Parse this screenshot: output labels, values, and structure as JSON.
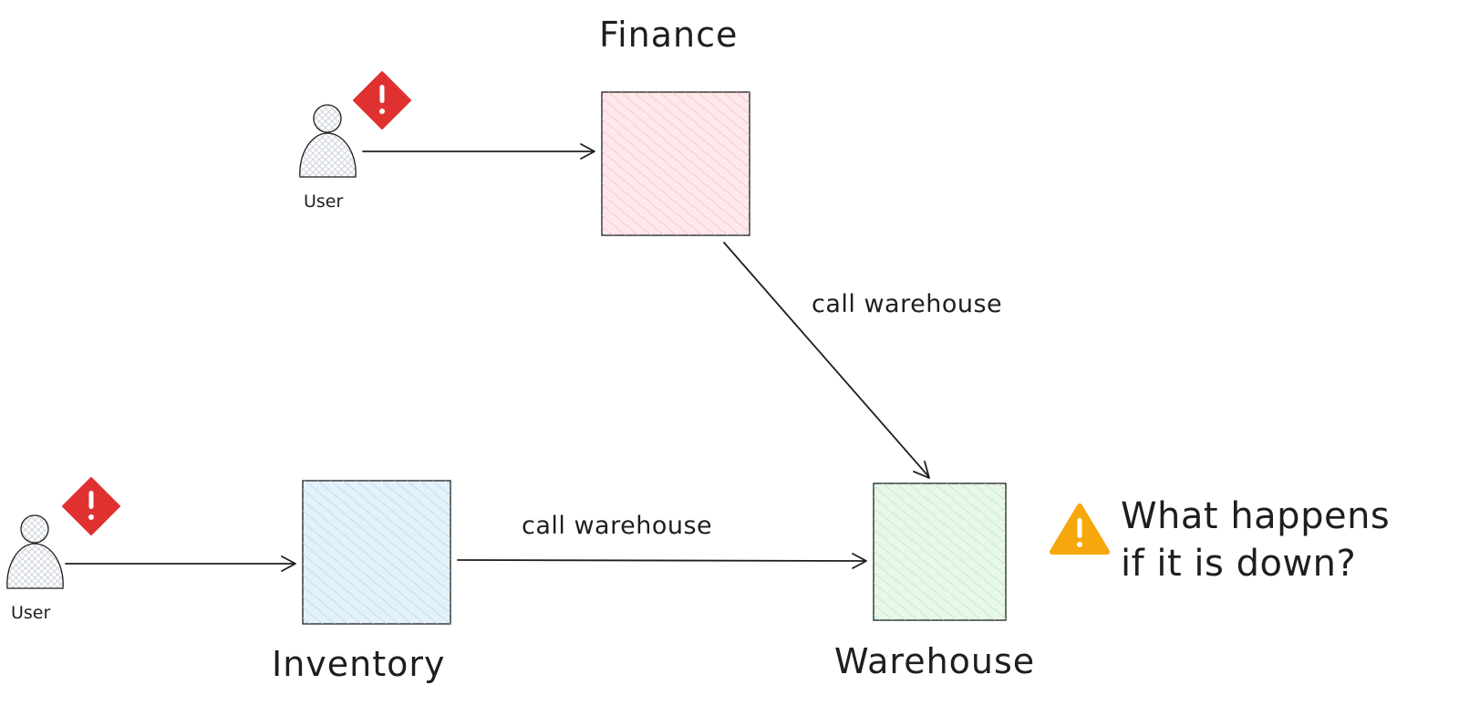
{
  "nodes": {
    "finance": {
      "label": "Finance",
      "fill": "#fde8ea",
      "hatch": "#f5b9c0"
    },
    "inventory": {
      "label": "Inventory",
      "fill": "#e3f1fb",
      "hatch": "#a9d2ef"
    },
    "warehouse": {
      "label": "Warehouse",
      "fill": "#e7f7ea",
      "hatch": "#b3e3bd"
    }
  },
  "actors": [
    {
      "label": "User",
      "alert_icon": "error-diamond-icon"
    },
    {
      "label": "User",
      "alert_icon": "error-diamond-icon"
    }
  ],
  "edges": {
    "finance_to_warehouse": "call warehouse",
    "inventory_to_warehouse": "call warehouse"
  },
  "warning": {
    "icon": "warning-triangle-icon",
    "line1": "What happens",
    "line2": "if it is down?"
  },
  "colors": {
    "stroke": "#1e1e1e",
    "alert_red": "#e03131",
    "warning_amber": "#f5a70b"
  }
}
